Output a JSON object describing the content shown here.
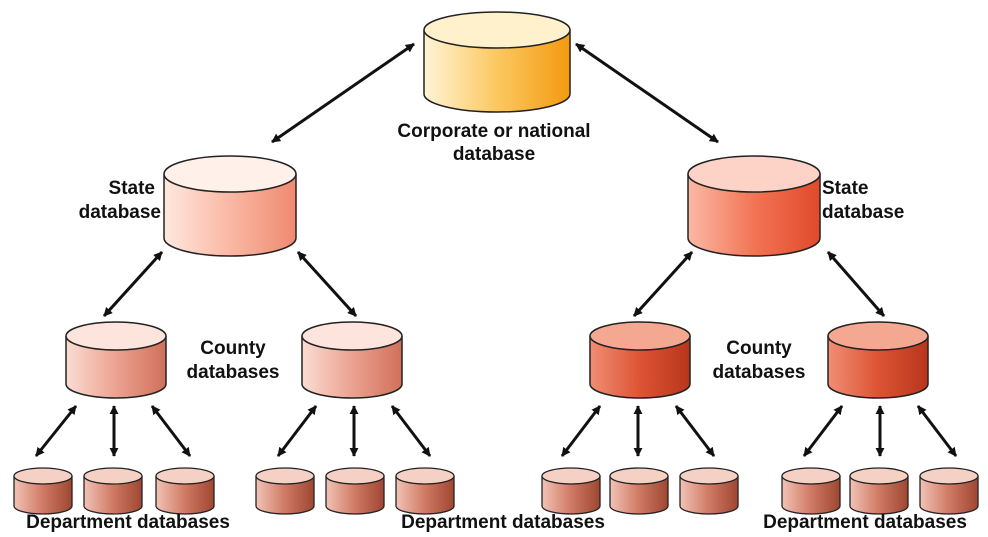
{
  "labels": {
    "corporate_line1": "Corporate or national",
    "corporate_line2": "database",
    "state_left_line1": "State",
    "state_left_line2": "database",
    "state_right_line1": "State",
    "state_right_line2": "database",
    "county_left_line1": "County",
    "county_left_line2": "databases",
    "county_right_line1": "County",
    "county_right_line2": "databases",
    "dept_1": "Department databases",
    "dept_2": "Department databases",
    "dept_3": "Department databases"
  },
  "colors": {
    "corporate": "#f5a623",
    "state_left": "#f6a48e",
    "state_right": "#ee5a3a",
    "county_left": "#dc7b66",
    "county_mid_left": "#e07c68",
    "county_mid_right": "#d94a2c",
    "county_right": "#d9482a",
    "department": "#c46a55",
    "arrow": "#111111"
  }
}
